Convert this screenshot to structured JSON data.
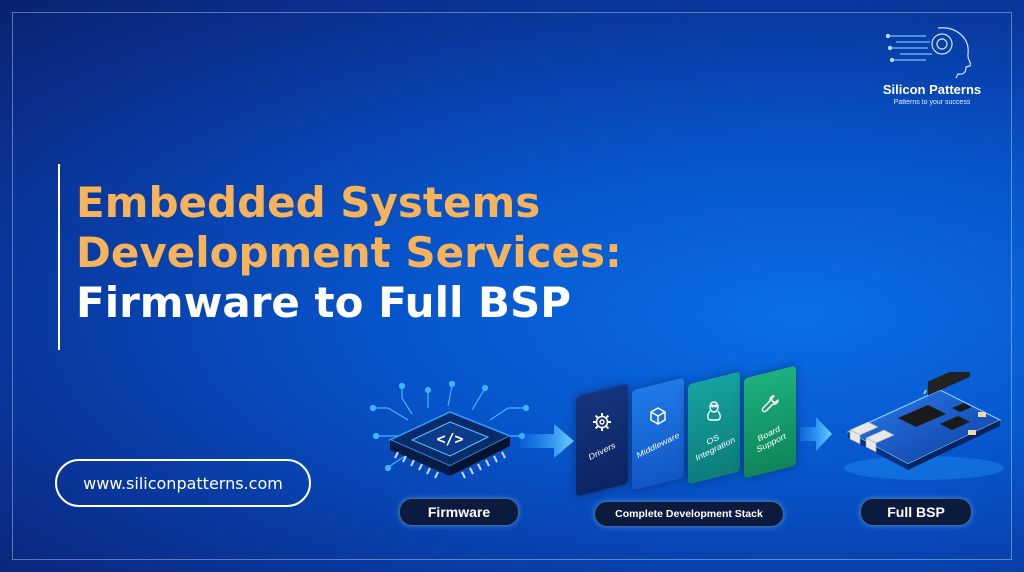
{
  "logo": {
    "name": "Silicon Patterns",
    "tagline": "Patterns to your success"
  },
  "headline": {
    "line1": "Embedded Systems",
    "line2": "Development Services:",
    "line3": "Firmware to Full BSP"
  },
  "website": "www.siliconpatterns.com",
  "chip": {
    "label": "</>"
  },
  "stack_cards": [
    {
      "label": "Drivers",
      "icon": "gear-icon"
    },
    {
      "label": "Middleware",
      "icon": "cube-icon"
    },
    {
      "label": "OS Integration",
      "icon": "linux-penguin-icon"
    },
    {
      "label": "Board Support",
      "icon": "wrench-icon"
    }
  ],
  "captions": {
    "firmware": "Firmware",
    "stack": "Complete Development Stack",
    "bsp": "Full BSP"
  },
  "colors": {
    "headline_gold": "#f6b35a",
    "background_blue": "#0753c9",
    "card_dark": "#0e2a6e",
    "card_blue": "#1565d8",
    "card_teal": "#0f8a86",
    "card_green": "#13906a"
  }
}
